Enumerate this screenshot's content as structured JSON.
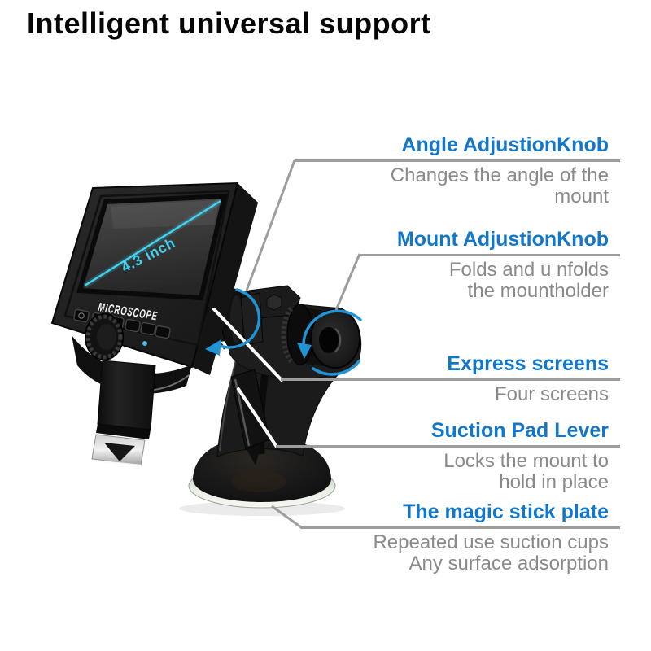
{
  "page": {
    "title": "Intelligent universal support",
    "background": "#ffffff"
  },
  "device": {
    "screen_size_label": "4.3 inch",
    "brand_label": "MICROSCOPE"
  },
  "callouts": [
    {
      "id": "angle-adjustion-knob",
      "title": "Angle AdjustionKnob",
      "description": "Changes the angle of the\nmount"
    },
    {
      "id": "mount-adjustion-knob",
      "title": "Mount AdjustionKnob",
      "description": "Folds and u nfolds\nthe mountholder"
    },
    {
      "id": "express-screens",
      "title": "Express screens",
      "description": "Four screens"
    },
    {
      "id": "suction-pad-lever",
      "title": "Suction Pad Lever",
      "description": "Locks the mount to\nhold in place"
    },
    {
      "id": "magic-stick-plate",
      "title": "The magic stick plate",
      "description": "Repeated use suction cups\nAny surface adsorption"
    }
  ],
  "colors": {
    "label_blue": "#1377c9",
    "desc_gray": "#8a8a8a",
    "line_gray": "#9d9d9d",
    "arrow_blue": "#2095d6",
    "screen_cyan": "#40d2f0",
    "title_color": "#060606"
  }
}
